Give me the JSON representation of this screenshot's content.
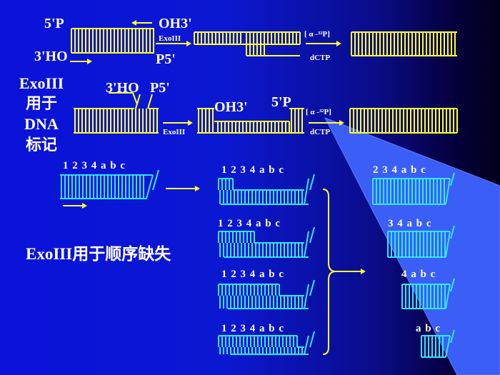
{
  "labels": {
    "p5_top": "5'P",
    "oh3_top": "OH3'",
    "exoiii_arrow_1": "ExoIII",
    "ho3_left": "3'HO",
    "p5_bottom": "P5'",
    "alpha_p32_1": "[ α -³²P]",
    "dctp_1": "dCTP",
    "ho3_mid": "3'HO",
    "p5_mid": "P5'",
    "oh3_mid": "OH3'",
    "p5_mid_right": "5'P",
    "exoiii_arrow_2": "ExoIII",
    "alpha_p32_2": "[ α -³²P]",
    "dctp_2": "dCTP"
  },
  "side_title": [
    "ExoIII",
    "用于",
    "DNA",
    "标记"
  ],
  "deletion_title": "ExoIII用于顺序缺失",
  "sequence_label": "1 2 3 4 a b c",
  "results": [
    "2 3 4 a b c",
    "3 4 a b c",
    "4 a b c",
    "a b c"
  ],
  "colors": {
    "background": "#0a12d8",
    "wedge": "#3a5cf5",
    "yellow": "#ffff33",
    "cyan": "#33e6ff"
  }
}
